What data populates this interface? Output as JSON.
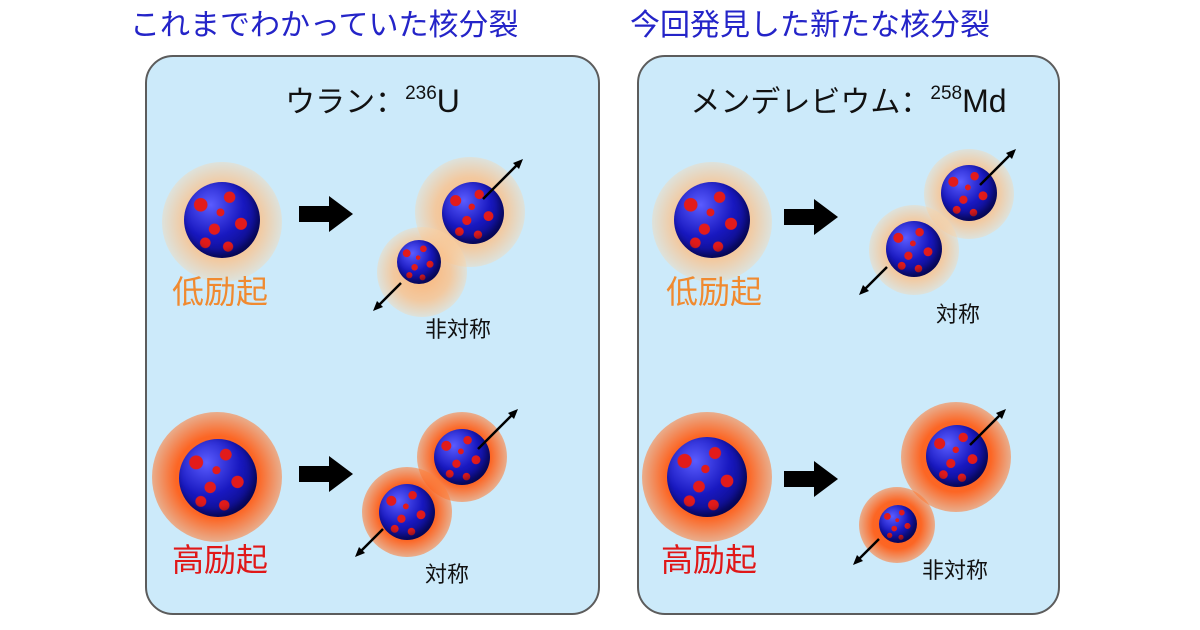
{
  "headings": {
    "left": "これまでわかっていた核分裂",
    "right": "今回発見した新たな核分裂"
  },
  "panels": {
    "left": {
      "title_name": "ウラン：",
      "isotope_mass": "236",
      "isotope_symbol": "U",
      "low_label": "低励起",
      "low_result": "非対称",
      "high_label": "高励起",
      "high_result": "対称"
    },
    "right": {
      "title_name": "メンデレビウム：",
      "isotope_mass": "258",
      "isotope_symbol": "Md",
      "low_label": "低励起",
      "low_result": "対称",
      "high_label": "高励起",
      "high_result": "非対称"
    }
  },
  "colors": {
    "heading": "#2424c8",
    "panel_fill": "#cceafa",
    "low_excitation": "#f08a30",
    "high_excitation": "#e01818",
    "neutron": "#1818c0",
    "proton": "#e21b1b"
  }
}
